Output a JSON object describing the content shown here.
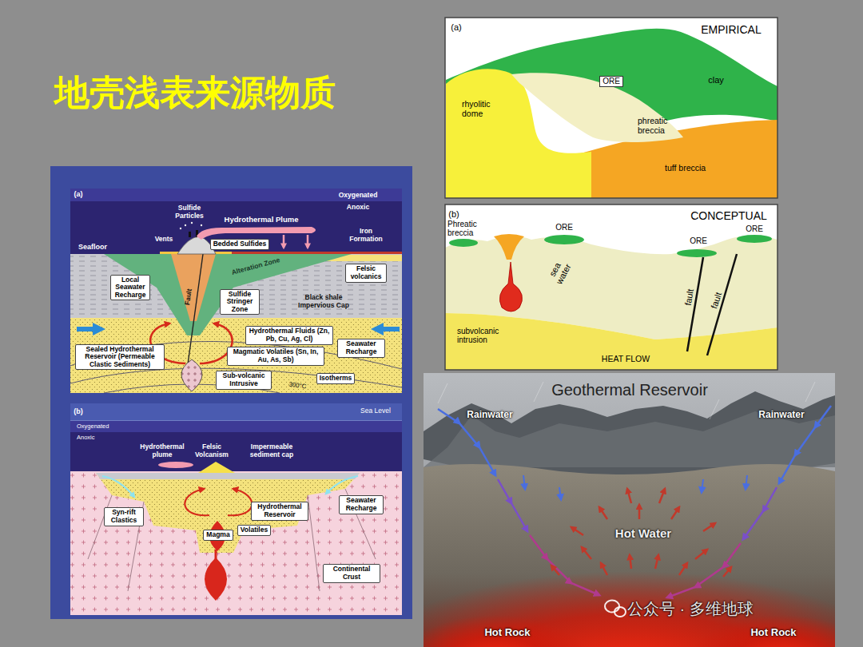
{
  "diagram": {
    "title": "地壳浅表来源物质",
    "nodes": [
      {
        "text": [
          "Bedded Sulfides"
        ]
      },
      {
        "text": [
          "Felsic volcanics"
        ]
      },
      {
        "text": [
          "Local Seawater Recharge"
        ]
      },
      {
        "text": [
          "Sulfide Stringer Zone"
        ]
      },
      {
        "text": [
          "Hydrothermal Fluids (Zn, Pb, Cu, Ag, Cl)"
        ]
      },
      {
        "text": [
          "Seawater Recharge"
        ]
      },
      {
        "text": [
          "Sealed Hydrothermal Reservoir (Permeable Clastic Sediments)"
        ]
      },
      {
        "text": [
          "Magmatic Volatiles (Sn, In, Au, As, Sb)"
        ]
      },
      {
        "text": [
          "Sub-volcanic Intrusive"
        ]
      },
      {
        "text": [
          "Isotherms"
        ]
      },
      {
        "text": [
          "Syn-rift Clastics"
        ]
      },
      {
        "text": [
          "Seawater Recharge"
        ]
      },
      {
        "text": [
          "Hydrothermal Reservoir"
        ]
      },
      {
        "text": [
          "Magma"
        ]
      },
      {
        "text": [
          "Volatiles"
        ]
      },
      {
        "text": [
          "Continental Crust"
        ]
      }
    ],
    "labels": [
      "(a)",
      "Oxygenated",
      "Anoxic",
      "Sulfide Particles",
      "Hydrothermal Plume",
      "Vents",
      "Iron Formation",
      "Seafloor",
      "Alteration Zone",
      "Fault",
      "Black shale Impervious Cap",
      "300°C",
      "(b)",
      "Sea Level",
      "Oxygenated",
      "Anoxic",
      "Hydrothermal plume",
      "Felsic Volcanism",
      "Impermeable sediment cap",
      "(a)",
      "EMPIRICAL",
      "ORE",
      "clay",
      "rhyolitic dome",
      "phreatic breccia",
      "tuff breccia",
      "(b)",
      "CONCEPTUAL",
      "Phreatic breccia",
      "ORE",
      "ORE",
      "ORE",
      "sea water",
      "fault",
      "fault",
      "subvolcanic intrusion",
      "HEAT FLOW",
      "Geothermal Reservoir",
      "Rainwater",
      "Rainwater",
      "Hot Water",
      "Hot Rock",
      "Hot Rock",
      "公众号 · 多维地球"
    ]
  }
}
